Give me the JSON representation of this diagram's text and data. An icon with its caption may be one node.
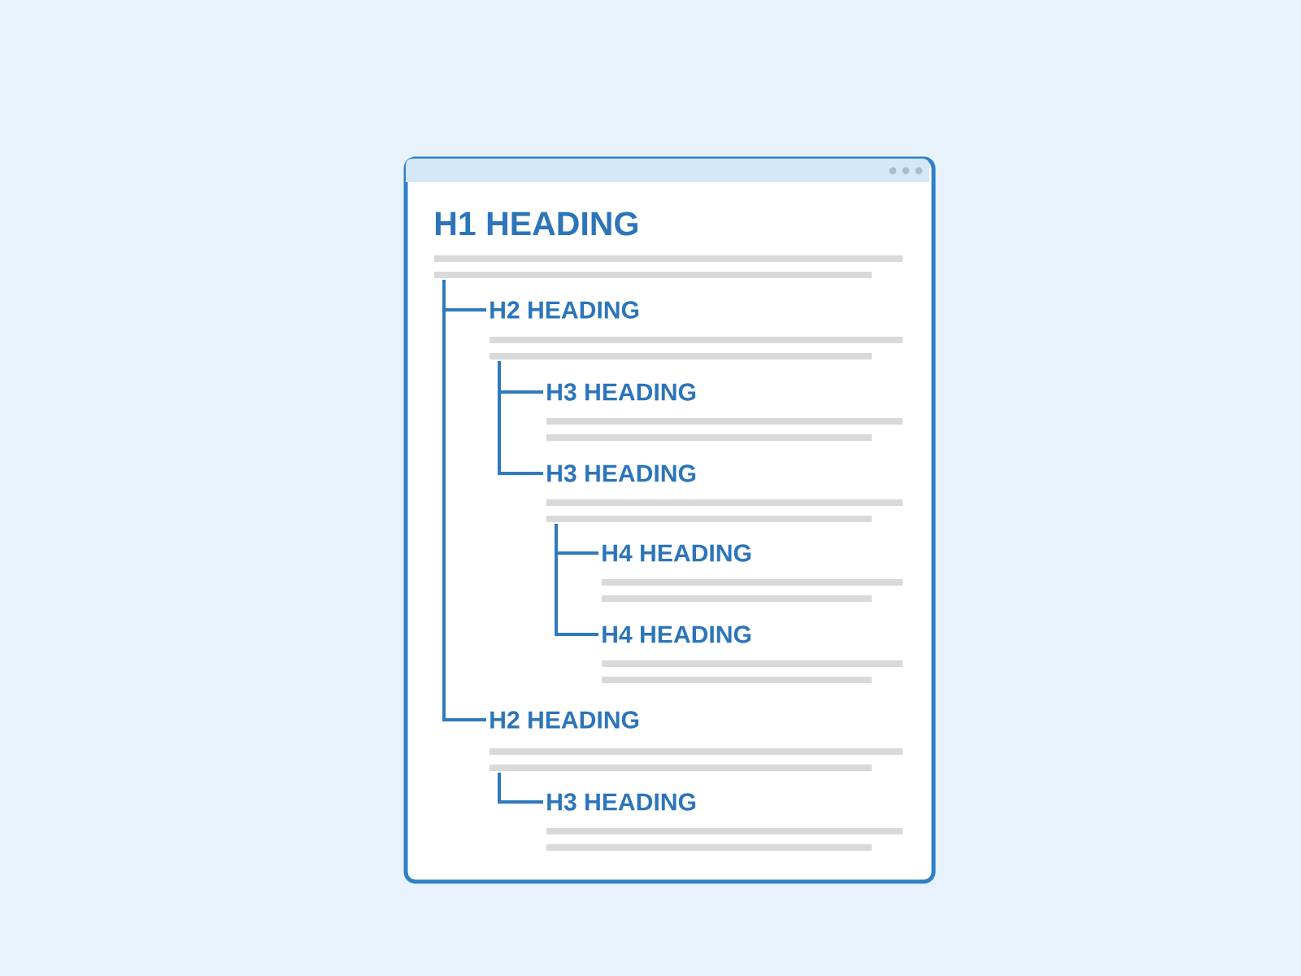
{
  "diagram": {
    "nodes": [
      {
        "text": [],
        "shape": "box"
      },
      {
        "text": [
          "H1 HEADING"
        ],
        "in": 0
      },
      {
        "text": [
          "H2 HEADING"
        ],
        "in": 0
      },
      {
        "text": [
          "H3 HEADING"
        ],
        "in": 0
      },
      {
        "text": [
          "H3 HEADING"
        ],
        "in": 0
      },
      {
        "text": [
          "H4 HEADING"
        ],
        "in": 0
      },
      {
        "text": [
          "H4 HEADING"
        ],
        "in": 0
      },
      {
        "text": [
          "H2 HEADING"
        ],
        "in": 0
      },
      {
        "text": [
          "H3 HEADING"
        ],
        "in": 0
      }
    ],
    "edges": [
      {
        "from": 1,
        "to": 2,
        "arrow": "none"
      },
      {
        "from": 1,
        "to": 7,
        "arrow": "none"
      },
      {
        "from": 2,
        "to": 3,
        "arrow": "none"
      },
      {
        "from": 2,
        "to": 4,
        "arrow": "none"
      },
      {
        "from": 4,
        "to": 5,
        "arrow": "none"
      },
      {
        "from": 4,
        "to": 6,
        "arrow": "none"
      },
      {
        "from": 7,
        "to": 8,
        "arrow": "none"
      }
    ]
  }
}
